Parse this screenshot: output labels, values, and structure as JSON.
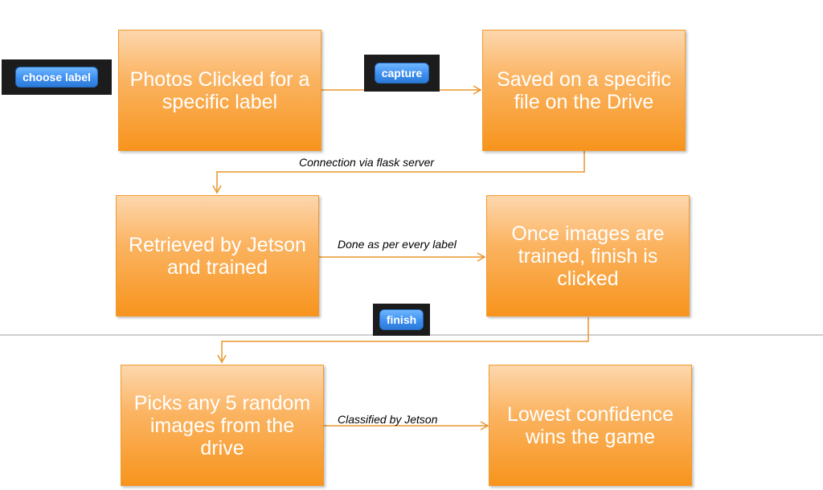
{
  "boxes": {
    "photos": "Photos Clicked for a specific label",
    "saved": "Saved on a specific file on the Drive",
    "retrieved": "Retrieved by Jetson and trained",
    "finish_step": "Once images are trained, finish is clicked",
    "picks": "Picks any 5 random images from the drive",
    "lowest": "Lowest confidence wins the game"
  },
  "edge_labels": {
    "flask": "Connection via flask server",
    "per_label": "Done as per every label",
    "classified": "Classified by Jetson"
  },
  "blocks": {
    "choose_label": "choose label",
    "capture": "capture",
    "finish": "finish"
  },
  "colors": {
    "box_fill": "#f7941d",
    "arrow": "#e8962c",
    "block_blue": "#3d8ff0",
    "divider": "#bfbfbf"
  }
}
